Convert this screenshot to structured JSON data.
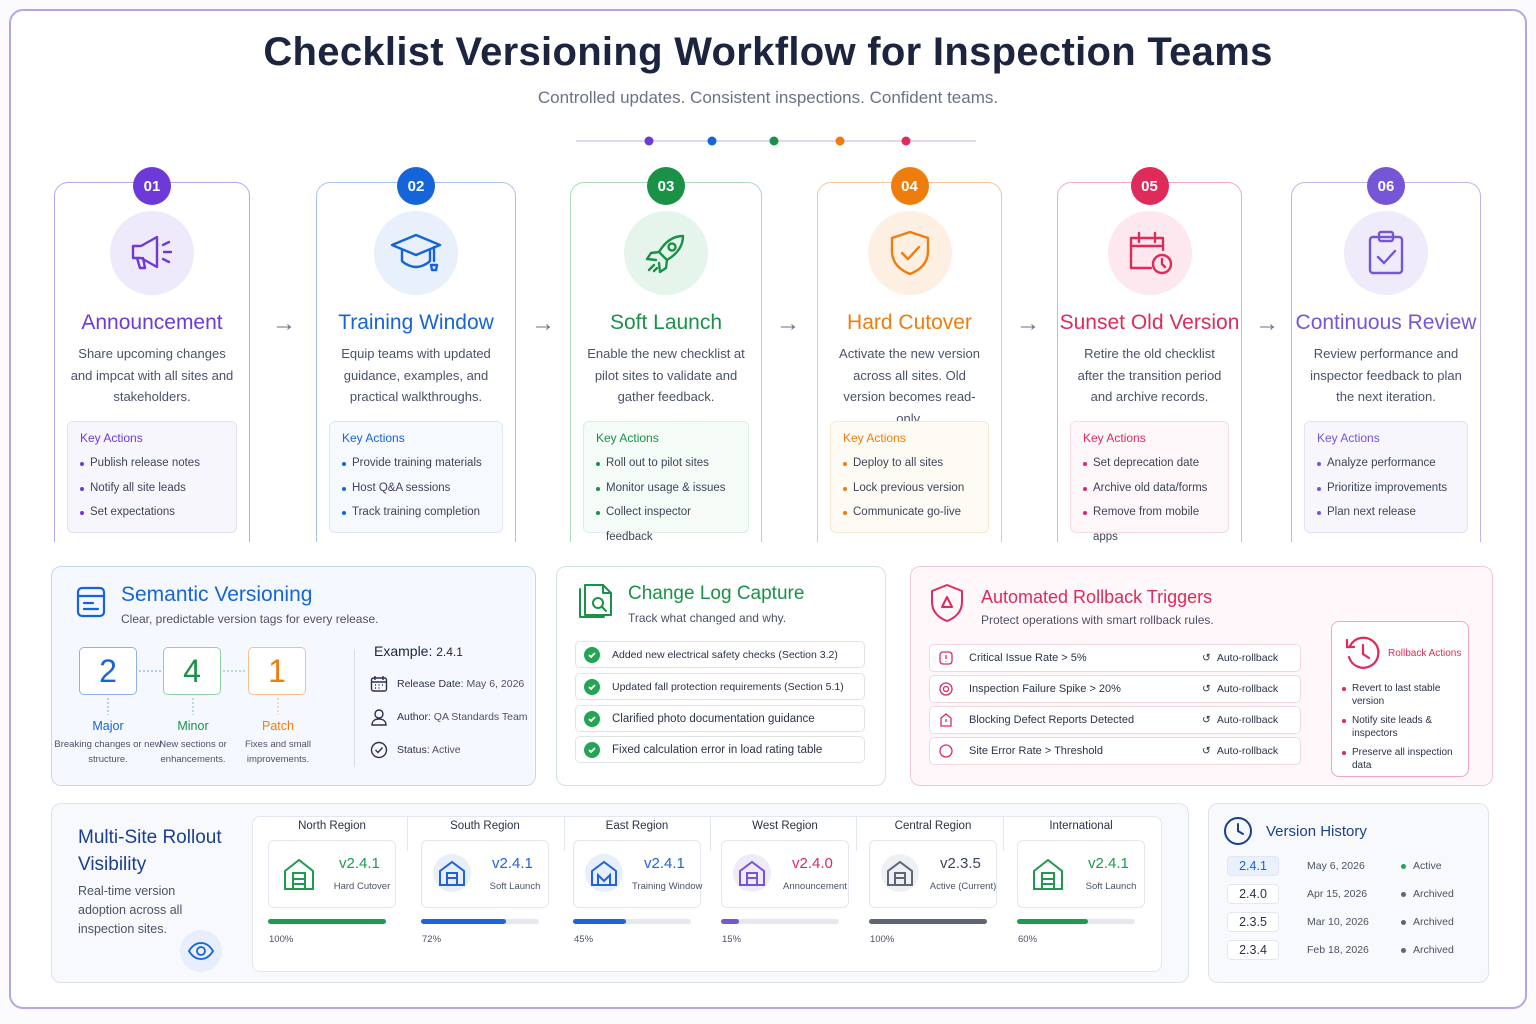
{
  "header": {
    "title": "Checklist Versioning Workflow for Inspection Teams",
    "subtitle": "Controlled updates. Consistent inspections. Confident teams."
  },
  "colors": {
    "purple": "#6d3ad8",
    "blue": "#1565d8",
    "green": "#199247",
    "orange": "#ef7d0d",
    "red": "#de2b5a",
    "violet": "#7656d6"
  },
  "steps": [
    {
      "num": "01",
      "title": "Announcement",
      "desc": "Share upcoming changes and impcat with all sites and stakeholders.",
      "ka_title": "Key Actions",
      "actions": [
        "Publish release notes",
        "Notify all site leads",
        "Set expectations"
      ]
    },
    {
      "num": "02",
      "title": "Training Window",
      "desc": "Equip teams with updated guidance, examples, and practical walkthroughs.",
      "ka_title": "Key Actions",
      "actions": [
        "Provide training materials",
        "Host Q&A sessions",
        "Track training completion"
      ]
    },
    {
      "num": "03",
      "title": "Soft Launch",
      "desc": "Enable the new checklist at pilot sites to validate and gather feedback.",
      "ka_title": "Key Actions",
      "actions": [
        "Roll out to pilot sites",
        "Monitor usage & issues",
        "Collect inspector feedback"
      ]
    },
    {
      "num": "04",
      "title": "Hard Cutover",
      "desc": "Activate the new version across all sites. Old version becomes read-only.",
      "ka_title": "Key Actions",
      "actions": [
        "Deploy to all sites",
        "Lock previous version",
        "Communicate go-live"
      ]
    },
    {
      "num": "05",
      "title": "Sunset Old Version",
      "desc": "Retire the old checklist after the transition period and archive records.",
      "ka_title": "Key Actions",
      "actions": [
        "Set deprecation date",
        "Archive old data/forms",
        "Remove from mobile apps"
      ]
    },
    {
      "num": "06",
      "title": "Continuous Review",
      "desc": "Review performance and inspector feedback to plan the next iteration.",
      "ka_title": "Key Actions",
      "actions": [
        "Analyze performance",
        "Prioritize improvements",
        "Plan next release"
      ]
    }
  ],
  "semver": {
    "title": "Semantic Versioning",
    "subtitle": "Clear, predictable version tags for every release.",
    "parts": [
      {
        "digit": "2",
        "label": "Major",
        "desc": "Breaking changes or new structure."
      },
      {
        "digit": "4",
        "label": "Minor",
        "desc": "New sections or enhancements."
      },
      {
        "digit": "1",
        "label": "Patch",
        "desc": "Fixes and small improvements."
      }
    ],
    "example_label": "Example:",
    "example_value": "2.4.1",
    "release_label": "Release Date:",
    "release_value": "May 6, 2026",
    "author_label": "Author:",
    "author_value": "QA Standards Team",
    "status_label": "Status:",
    "status_value": "Active"
  },
  "changelog": {
    "title": "Change Log Capture",
    "subtitle": "Track what changed and why.",
    "items": [
      "Added new electrical safety checks (Section 3.2)",
      "Updated fall protection requirements (Section 5.1)",
      "Clarified photo documentation guidance",
      "Fixed calculation error in load rating table"
    ]
  },
  "rollback": {
    "title": "Automated Rollback Triggers",
    "subtitle": "Protect operations with smart rollback rules.",
    "triggers": [
      {
        "label": "Critical Issue Rate > 5%",
        "action": "Auto-rollback"
      },
      {
        "label": "Inspection Failure Spike > 20%",
        "action": "Auto-rollback"
      },
      {
        "label": "Blocking Defect Reports Detected",
        "action": "Auto-rollback"
      },
      {
        "label": "Site Error Rate > Threshold",
        "action": "Auto-rollback"
      }
    ],
    "actions_title": "Rollback Actions",
    "actions": [
      "Revert to last stable version",
      "Notify site leads & inspectors",
      "Preserve all inspection data"
    ]
  },
  "rollout": {
    "title": "Multi-Site Rollout Visibility",
    "desc": "Real-time version adoption across all inspection sites.",
    "regions": [
      {
        "name": "North Region",
        "version": "v2.4.1",
        "stage": "Hard Cutover",
        "percent": "100%",
        "fill": 1.0,
        "color": "#1f9a4f"
      },
      {
        "name": "South Region",
        "version": "v2.4.1",
        "stage": "Soft Launch",
        "percent": "72%",
        "fill": 0.72,
        "color": "#1f63d6"
      },
      {
        "name": "East Region",
        "version": "v2.4.1",
        "stage": "Training Window",
        "percent": "45%",
        "fill": 0.45,
        "color": "#1f63d6"
      },
      {
        "name": "West Region",
        "version": "v2.4.0",
        "stage": "Announcement",
        "percent": "15%",
        "fill": 0.15,
        "color": "#7656d6"
      },
      {
        "name": "Central Region",
        "version": "v2.3.5",
        "stage": "Active (Current)",
        "percent": "100%",
        "fill": 1.0,
        "color": "#5e6675"
      },
      {
        "name": "International",
        "version": "v2.4.1",
        "stage": "Soft Launch",
        "percent": "60%",
        "fill": 0.6,
        "color": "#1f9a4f"
      }
    ]
  },
  "history": {
    "title": "Version History",
    "rows": [
      {
        "version": "2.4.1",
        "date": "May 6, 2026",
        "status": "Active"
      },
      {
        "version": "2.4.0",
        "date": "Apr 15, 2026",
        "status": "Archived"
      },
      {
        "version": "2.3.5",
        "date": "Mar 10, 2026",
        "status": "Archived"
      },
      {
        "version": "2.3.4",
        "date": "Feb 18, 2026",
        "status": "Archived"
      }
    ]
  }
}
